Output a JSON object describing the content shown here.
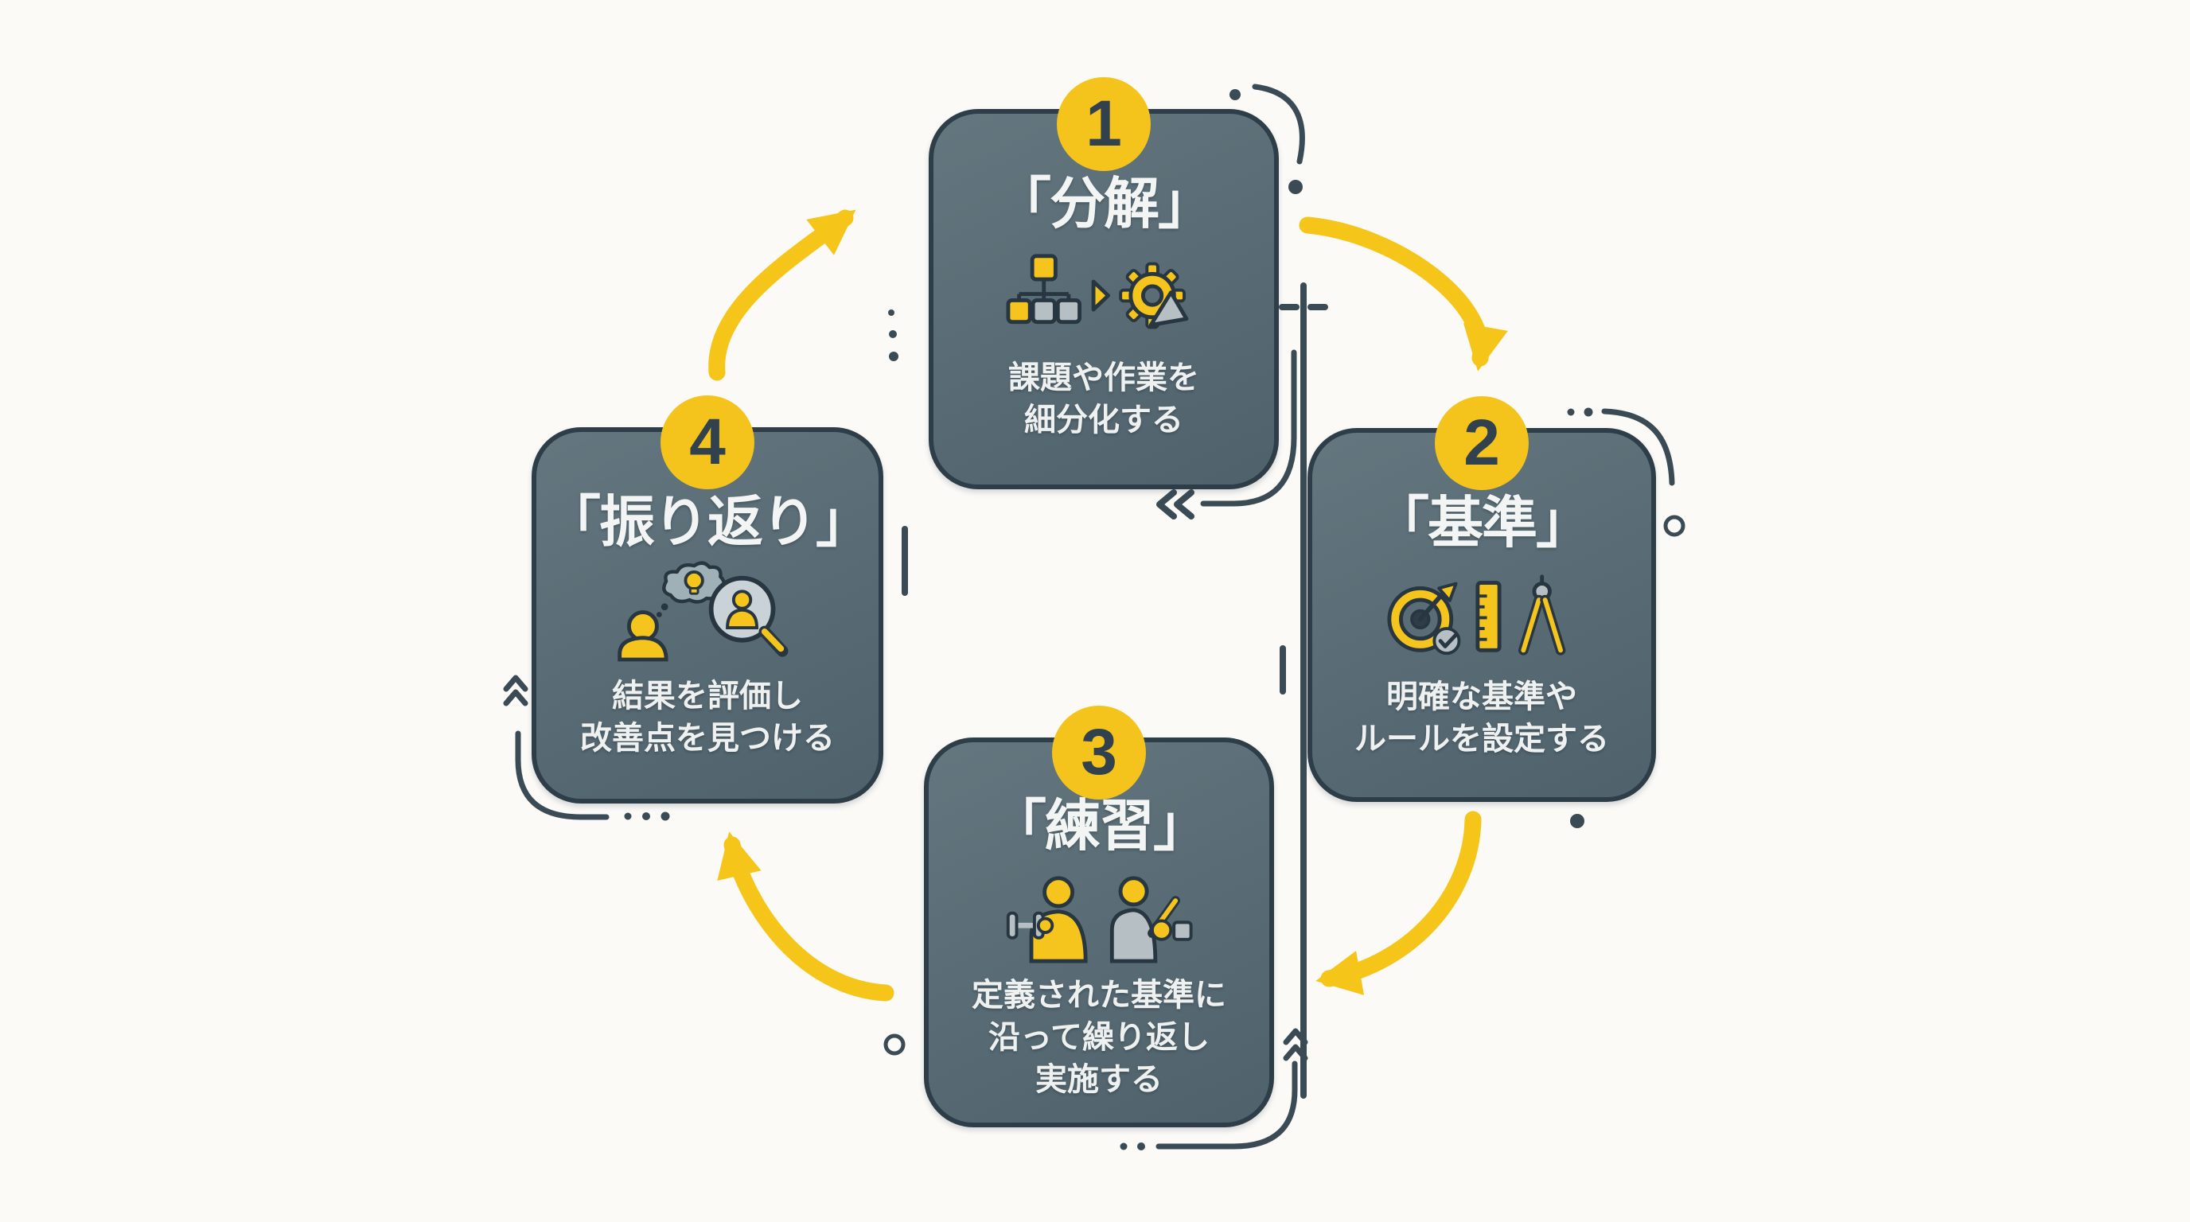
{
  "diagram": {
    "type": "cycle",
    "background_color": "#fbfaf7",
    "panel_color": "#5a6d76",
    "panel_border_color": "#2e3e48",
    "accent_yellow": "#f5c51d",
    "deco_color": "#3b4b55",
    "text_color": "#f3f5f4",
    "cycle_arrows": [
      "step1-to-step2",
      "step2-to-step3",
      "step3-to-step4",
      "step4-to-step1"
    ]
  },
  "steps": [
    {
      "number": "1",
      "title": "「分解」",
      "lines": [
        "課題や作業を",
        "細分化する"
      ],
      "icons": [
        "hierarchy-icon",
        "arrow-right-icon",
        "gear-cursor-icon"
      ]
    },
    {
      "number": "2",
      "title": "「基準」",
      "lines": [
        "明確な基準や",
        "ルールを設定する"
      ],
      "icons": [
        "target-dart-icon",
        "ruler-icon",
        "compass-icon"
      ]
    },
    {
      "number": "3",
      "title": "「練習」",
      "lines": [
        "定義された基準に",
        "沿って繰り返し",
        "実施する"
      ],
      "icons": [
        "dumbbell-person-icon",
        "writing-person-icon"
      ]
    },
    {
      "number": "4",
      "title": "「振り返り」",
      "lines": [
        "結果を評価し",
        "改善点を見つける"
      ],
      "icons": [
        "thinking-person-icon",
        "magnifier-person-icon"
      ]
    }
  ]
}
